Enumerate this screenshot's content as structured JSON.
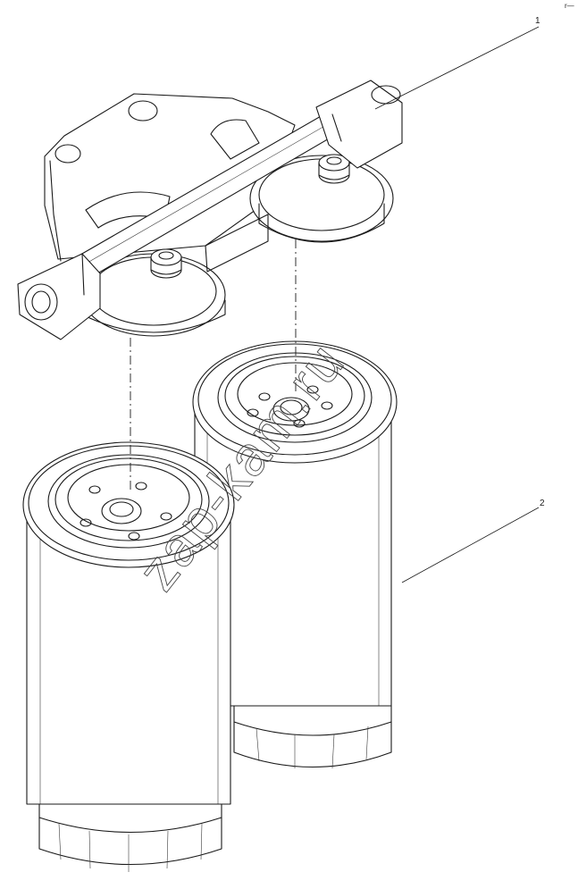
{
  "callouts": [
    {
      "id": "1",
      "label": "1"
    },
    {
      "id": "2",
      "label": "2"
    }
  ],
  "watermark": {
    "text": "zap-kam.ru"
  },
  "corner_mark": {
    "text": "r—"
  },
  "colors": {
    "line": "#1a1a1a",
    "background": "#ffffff"
  }
}
